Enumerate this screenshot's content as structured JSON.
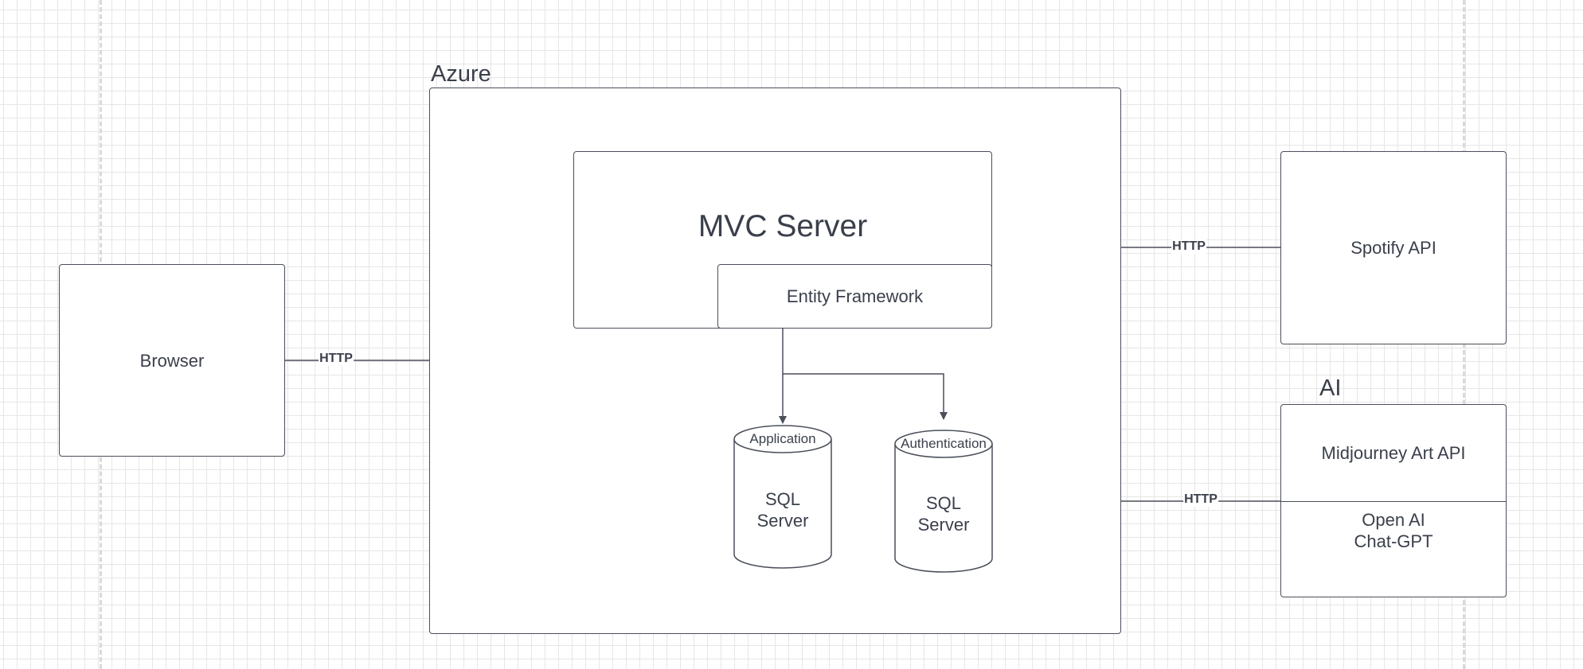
{
  "azure": {
    "title": "Azure"
  },
  "browser": {
    "label": "Browser"
  },
  "mvc_server": {
    "title": "MVC Server",
    "entity_framework": "Entity Framework"
  },
  "databases": [
    {
      "header": "Application",
      "body": "SQL\nServer"
    },
    {
      "header": "Authentication",
      "body": "SQL\nServer"
    }
  ],
  "spotify": {
    "label": "Spotify API"
  },
  "ai": {
    "title": "AI",
    "midjourney": "Midjourney Art API",
    "openai": "Open AI\nChat-GPT"
  },
  "connections": {
    "browser_azure": "HTTP",
    "azure_spotify": "HTTP",
    "azure_ai": "HTTP"
  },
  "colors": {
    "stroke": "#4a4f5a",
    "text": "#3a3f4b",
    "grid": "#e6e6e6"
  }
}
